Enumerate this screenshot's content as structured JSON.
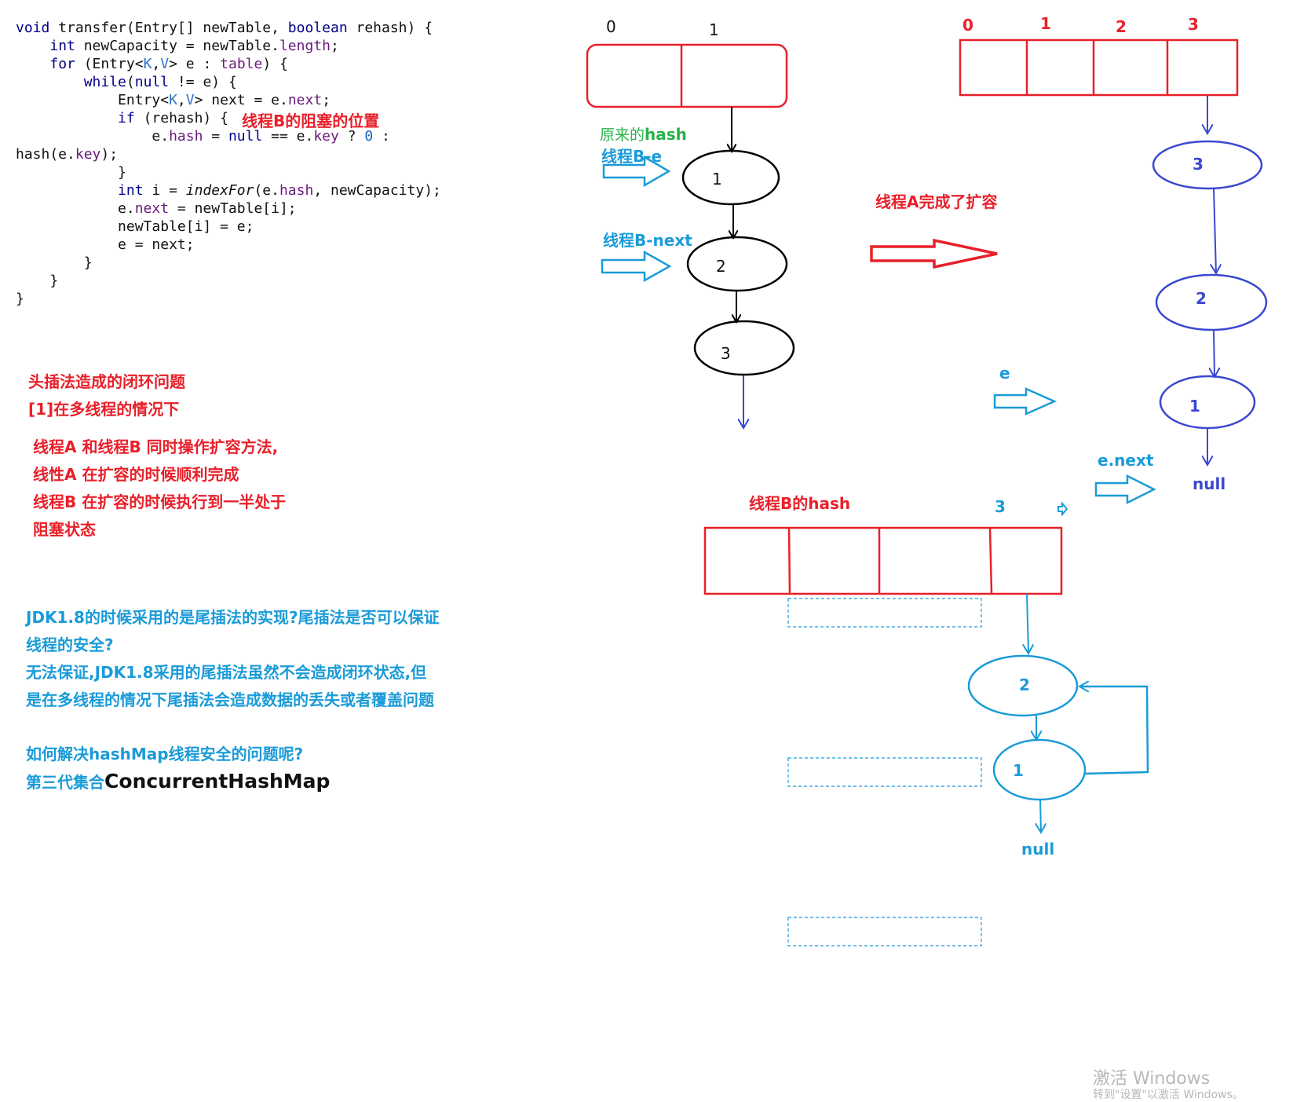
{
  "code_lines": [
    "void transfer(Entry[] newTable, boolean rehash) {",
    "    int newCapacity = newTable.length;",
    "    for (Entry<K,V> e : table) {",
    "        while(null != e) {",
    "            Entry<K,V> next = e.next;",
    "            if (rehash) {",
    "                e.hash = null == e.key ? 0 :",
    "hash(e.key);",
    "            }",
    "            int i = indexFor(e.hash, newCapacity);",
    "            e.next = newTable[i];",
    "            newTable[i] = e;",
    "            e = next;",
    "        }",
    "    }",
    "}"
  ],
  "notes": {
    "block_position": "线程B的阻塞的位置",
    "loop_title": "头插法造成的闭环问题",
    "loop_sub": "[1]在多线程的情况下",
    "desc_1": "线程A 和线程B 同时操作扩容方法,",
    "desc_2": "线性A 在扩容的时候顺利完成",
    "desc_3": "线程B 在扩容的时候执行到一半处于",
    "desc_4": "阻塞状态",
    "jdk_q1": "JDK1.8的时候采用的是尾插法的实现?尾插法是否可以保证",
    "jdk_q2": "线程的安全?",
    "jdk_a1": "无法保证,JDK1.8采用的尾插法虽然不会造成闭环状态,但",
    "jdk_a2": "是在多线程的情况下尾插法会造成数据的丢失或者覆盖问题",
    "how_q": "如何解决hashMap线程安全的问题呢?",
    "third_gen": "第三代集合",
    "chm": "ConcurrentHashMap"
  },
  "diagram": {
    "orig_index_0": "0",
    "orig_index_1": "1",
    "orig_hash_label_1": "原来的",
    "orig_hash_label_2": "hash",
    "thread_b_e": "线程B-e",
    "thread_b_next": "线程B-next",
    "orig_nodes": [
      "1",
      "2",
      "3"
    ],
    "thread_a_done": "线程A完成了扩容",
    "new_indices": [
      "0",
      "1",
      "2",
      "3"
    ],
    "new_nodes": [
      "3",
      "2",
      "1"
    ],
    "e_label": "e",
    "e_next_label": "e.next",
    "null_top": "null",
    "thread_b_hash": "线程B的hash",
    "b_index": "3",
    "b_nodes": [
      "2",
      "1"
    ],
    "null_bottom": "null"
  },
  "watermark": {
    "line1": "激活 Windows",
    "line2": "转到\"设置\"以激活 Windows。"
  },
  "colors": {
    "red": "#e8202a",
    "blue": "#1a9bd8",
    "dark_blue": "#3a48d0",
    "green": "#27b24a"
  }
}
